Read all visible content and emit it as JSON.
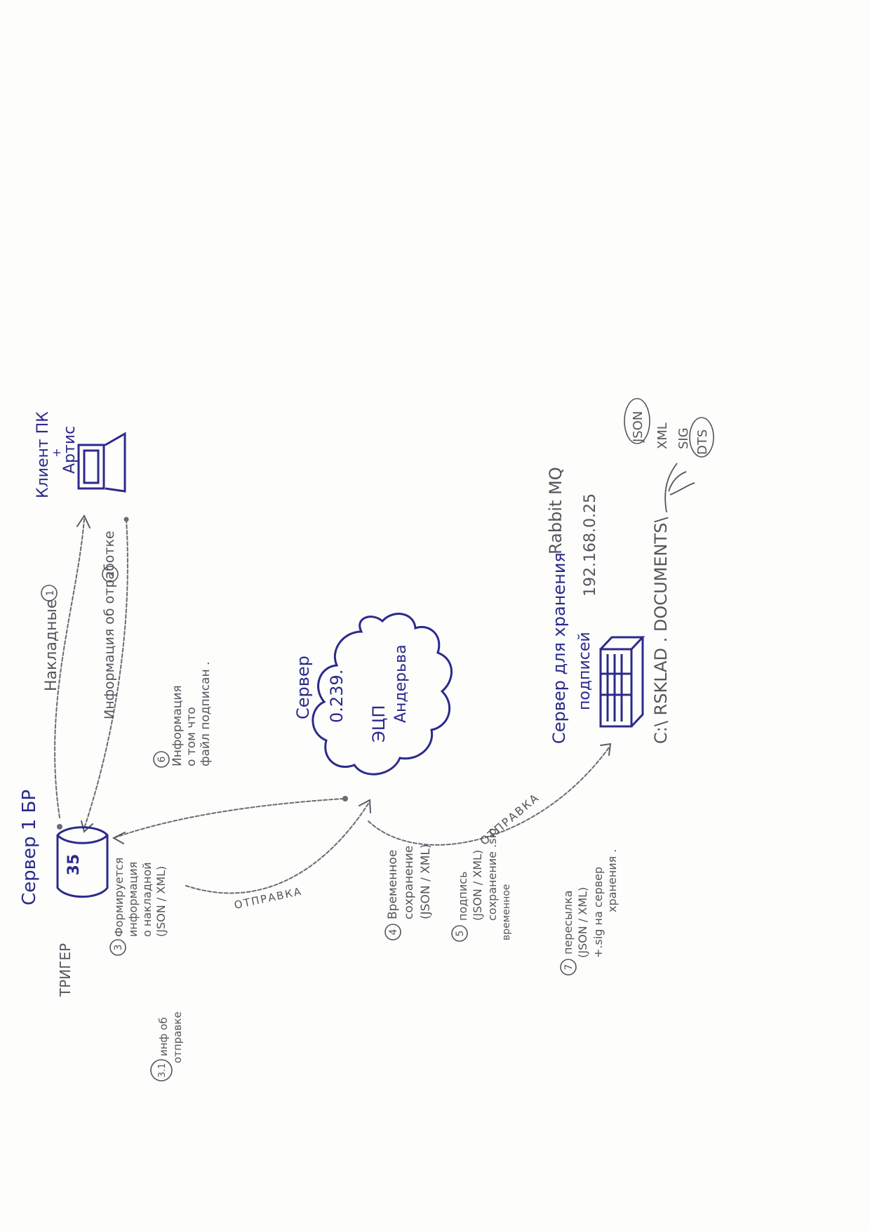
{
  "nodes": {
    "server_1c": {
      "title": "Сервер 1 БР",
      "db_label": "35"
    },
    "trigger": {
      "label": "ТРИГЕР"
    },
    "client_pc": {
      "title": "Клиент ПК",
      "subtitle": "+",
      "subtitle2": "Артис"
    },
    "server_eds": {
      "title": "Сервер",
      "address": "0.239.",
      "cloud_line1": "ЭЦП",
      "cloud_line2": "Андерьва"
    },
    "storage_server": {
      "title": "Сервер для хранения",
      "title2": "подписей",
      "mq_name": "Rabbit MQ",
      "mq_address": "192.168.0.25"
    },
    "path": {
      "text": "C:\\ RSKLAD . DOCUMENTS\\"
    }
  },
  "edges": {
    "invoice": {
      "label": "Накладные",
      "num": "1"
    },
    "processing_info": {
      "label": "Информация об отработке",
      "num": "2"
    },
    "signed_info": {
      "num": "6",
      "line1": "Информация",
      "line2": "о том что",
      "line3": "файл подписан ."
    },
    "send_to_eds": {
      "label": "ОТПРАВКА"
    },
    "send_to_storage": {
      "label": "ОТПРАВКА"
    }
  },
  "steps": {
    "s3": {
      "num": "3",
      "line1": "Формируется",
      "line2": "информация",
      "line3": "о накладной",
      "line4": "(JSON / XML)"
    },
    "s3_1": {
      "num": "3.1",
      "line1": "инф об",
      "line2": "отправке"
    },
    "s4": {
      "num": "4",
      "line1": "Временное",
      "line2": "сохранение",
      "line3": "(JSON / XML)"
    },
    "s5": {
      "num": "5",
      "line1": "подпись",
      "line2": "(JSON / XML)",
      "line3": "сохранение .sig",
      "line4": "временное"
    },
    "s7": {
      "num": "7",
      "line1": "пересылка",
      "line2": "(JSON / XML)",
      "line3": "+.sig на сервер",
      "line4": "хранения ."
    }
  },
  "file_types": {
    "items": [
      "JSON",
      "XML",
      "SIG",
      "DTS"
    ]
  },
  "colors": {
    "blue_ink": "#2b2a8c",
    "pencil": "#55555c",
    "paper": "#fdfdfc"
  }
}
